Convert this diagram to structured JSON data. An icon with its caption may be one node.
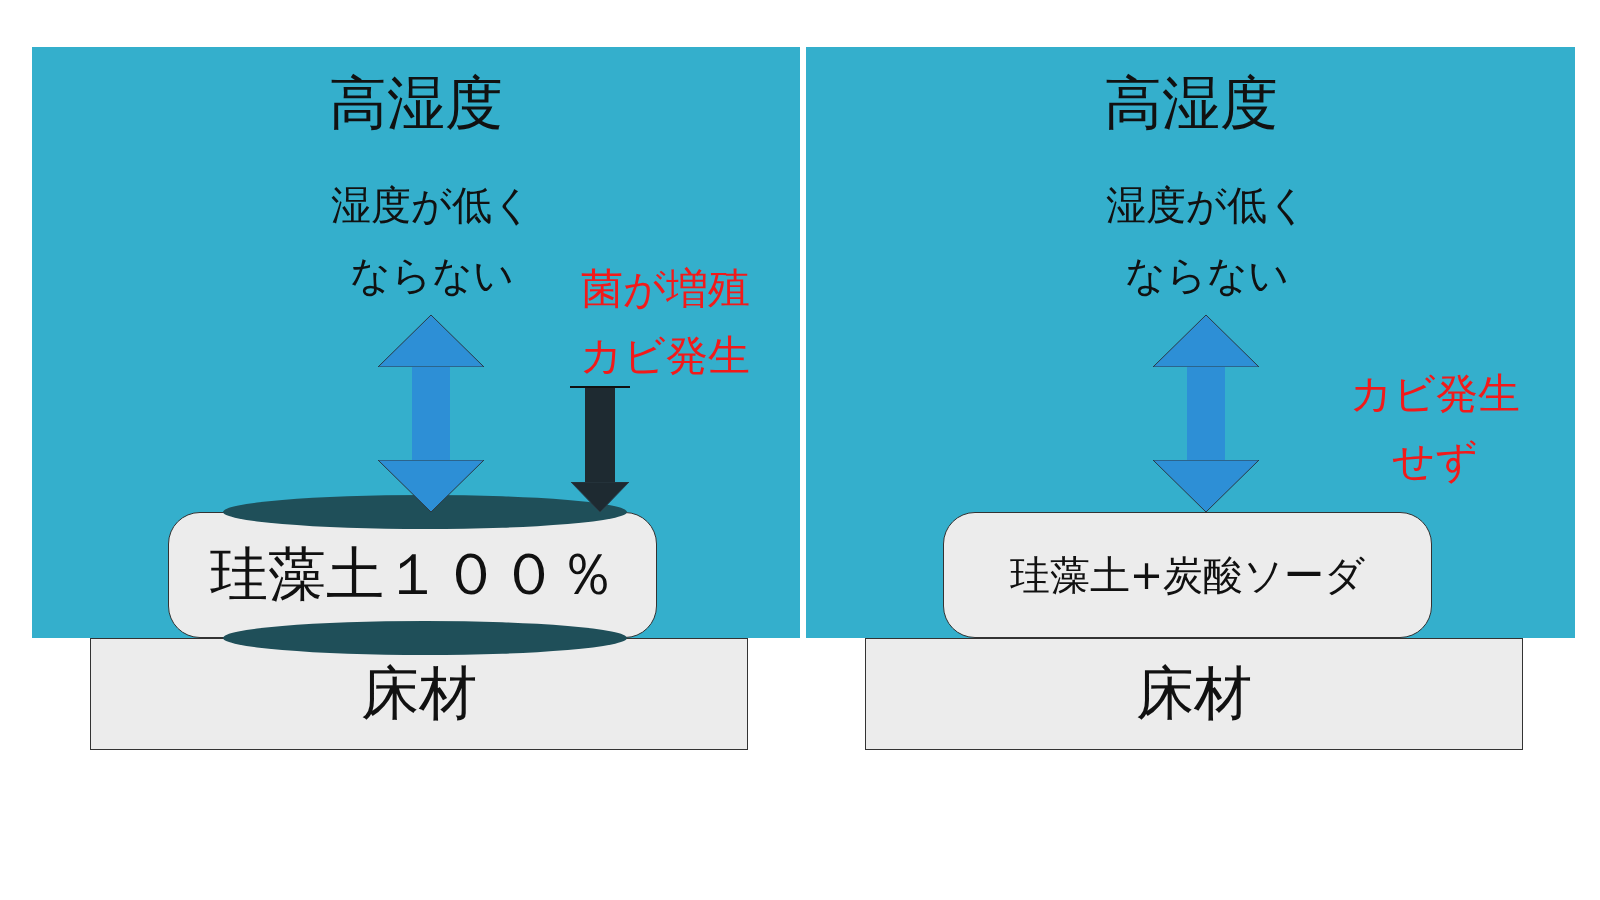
{
  "diagram": {
    "nodes": [
      {
        "text": [
          "高湿度"
        ]
      },
      {
        "text": [
          "湿度が低くならない"
        ],
        "in": 0
      },
      {
        "text": [
          "菌が増殖",
          "カビ発生"
        ],
        "in": 0
      },
      {
        "text": [],
        "shape": "ellipse",
        "in": 0
      },
      {
        "text": [
          "珪藻土１００％"
        ],
        "in": 0
      },
      {
        "text": [],
        "shape": "ellipse"
      },
      {
        "text": [
          "床材"
        ]
      },
      {
        "text": [
          "高湿度"
        ]
      },
      {
        "text": [
          "湿度が低くならない"
        ],
        "in": 7
      },
      {
        "text": [
          "カビ発生",
          "せず"
        ],
        "in": 7
      },
      {
        "text": [
          "珪藻土+炭酸ソーダ"
        ],
        "in": 7
      },
      {
        "text": [
          "床材"
        ]
      }
    ],
    "edges": [
      {
        "from": 1,
        "to": 4,
        "arrow": "both"
      },
      {
        "from": 2,
        "to": 4,
        "arrow": "to",
        "color": "#1e2a31"
      },
      {
        "from": 8,
        "to": 10,
        "arrow": "both"
      }
    ]
  }
}
